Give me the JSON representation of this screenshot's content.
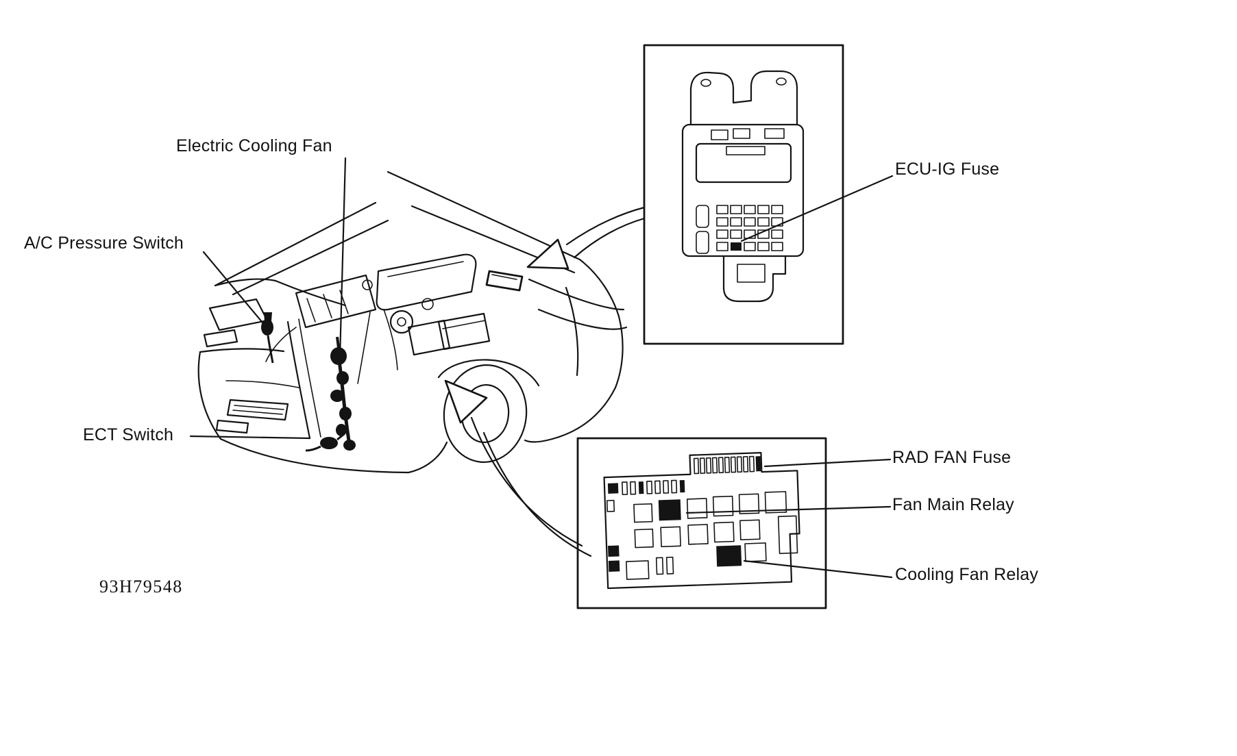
{
  "figure": {
    "id": "93H79548",
    "background": "#ffffff",
    "ink": "#141414"
  },
  "labels": {
    "electric_cooling_fan": "Electric Cooling Fan",
    "ac_pressure_switch": "A/C Pressure Switch",
    "ect_switch": "ECT Switch",
    "ecu_ig_fuse": "ECU-IG Fuse",
    "rad_fan_fuse": "RAD FAN Fuse",
    "fan_main_relay": "Fan Main Relay",
    "cooling_fan_relay": "Cooling Fan Relay"
  }
}
